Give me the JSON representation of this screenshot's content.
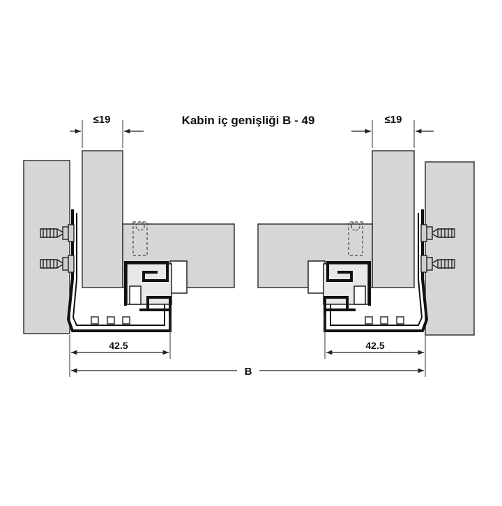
{
  "title": "Kabin iç genişliği B - 49",
  "dimensions": {
    "left_thickness": "≤19",
    "right_thickness": "≤19",
    "left_offset": "42.5",
    "right_offset": "42.5",
    "total_width": "B"
  },
  "colors": {
    "background": "#ffffff",
    "panel_fill": "#d6d6d6",
    "stroke": "#2a2a2a",
    "line": "#333333"
  }
}
